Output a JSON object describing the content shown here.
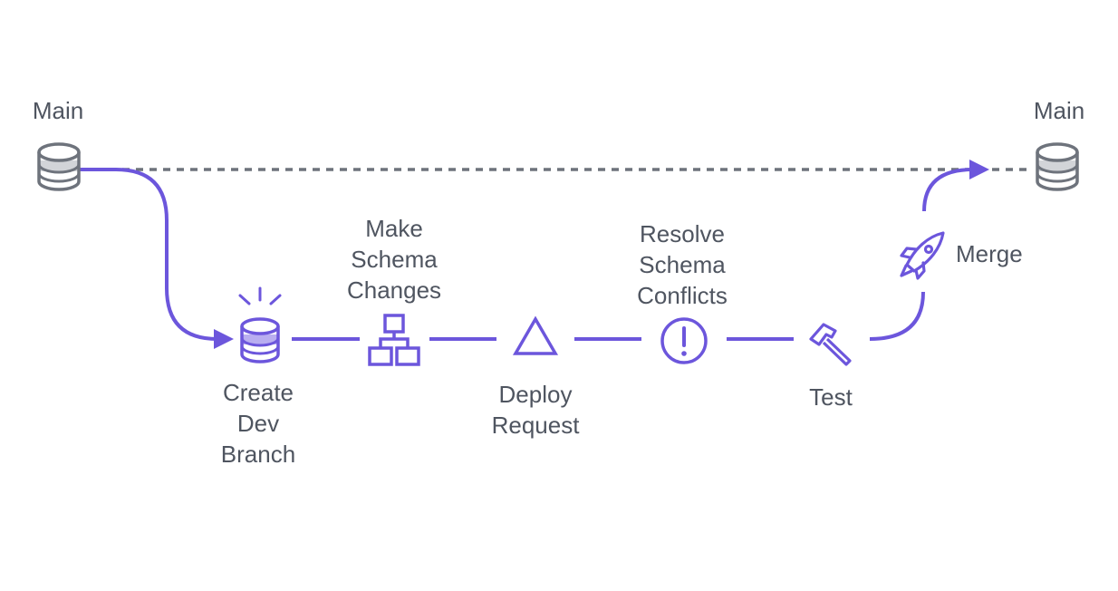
{
  "colors": {
    "accent": "#6c56dc",
    "accent_light": "#b9aef0",
    "neutral": "#6e737c",
    "neutral_light": "#d2d4d8",
    "text": "#4f5560"
  },
  "main_start": {
    "label": "Main",
    "icon": "database-icon"
  },
  "main_end": {
    "label": "Main",
    "icon": "database-icon"
  },
  "steps": [
    {
      "id": "create-dev-branch",
      "icon": "database-icon",
      "lines": [
        "Create",
        "Dev",
        "Branch"
      ]
    },
    {
      "id": "make-schema-changes",
      "icon": "schema-tree-icon",
      "lines": [
        "Make",
        "Schema",
        "Changes"
      ]
    },
    {
      "id": "deploy-request",
      "icon": "triangle-icon",
      "lines": [
        "Deploy",
        "Request"
      ]
    },
    {
      "id": "resolve-schema-conflicts",
      "icon": "alert-circle-icon",
      "lines": [
        "Resolve",
        "Schema",
        "Conflicts"
      ]
    },
    {
      "id": "test",
      "icon": "hammer-icon",
      "lines": [
        "Test"
      ]
    },
    {
      "id": "merge",
      "icon": "rocket-icon",
      "lines": [
        "Merge"
      ]
    }
  ]
}
